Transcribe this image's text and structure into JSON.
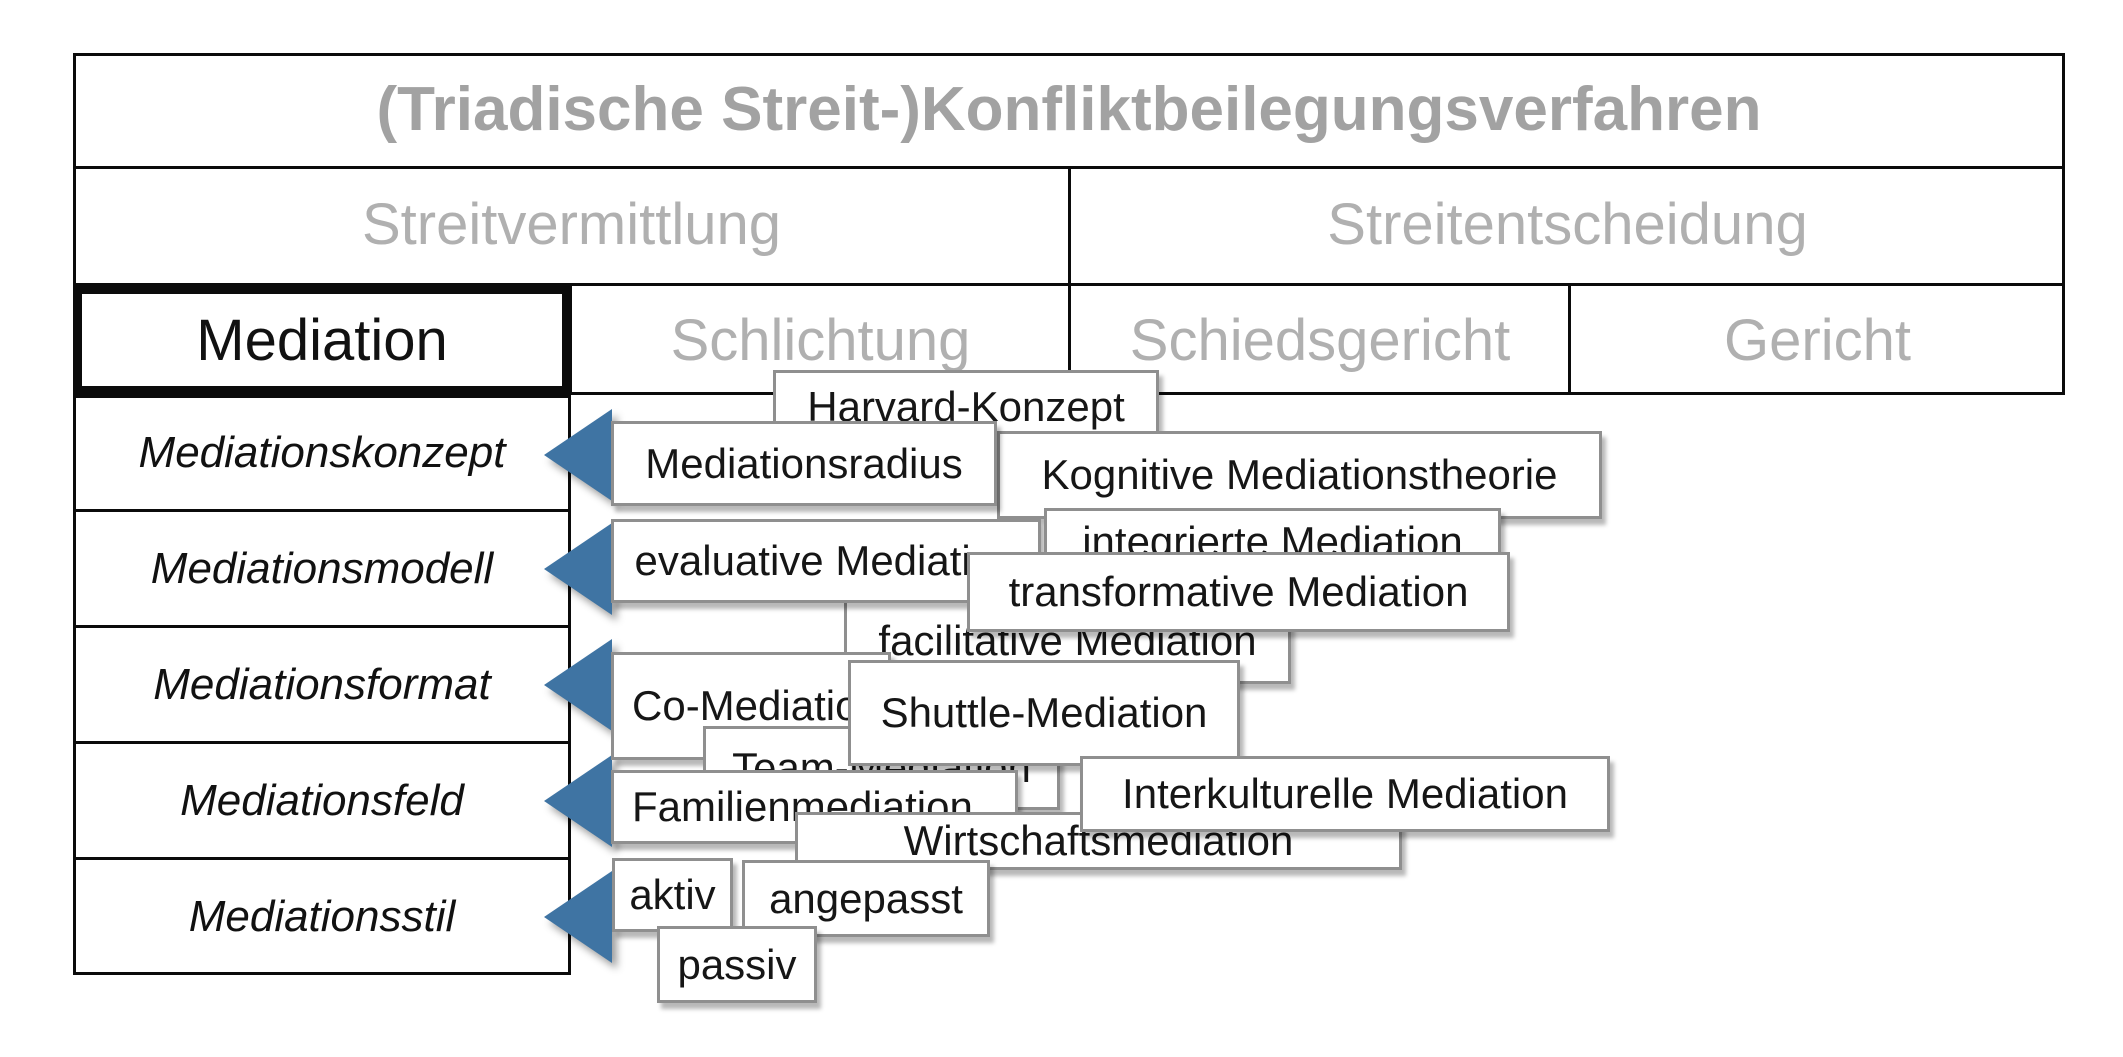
{
  "table": {
    "title": "(Triadische Streit-)Konfliktbeilegungsverfahren",
    "row2": {
      "left": "Streitvermittlung",
      "right": "Streitentscheidung"
    },
    "row3": {
      "c1": "Mediation",
      "c2": "Schlichtung",
      "c3": "Schiedsgericht",
      "c4": "Gericht"
    },
    "categories": {
      "konzept": "Mediationskonzept",
      "modell": "Mediationsmodell",
      "format": "Mediationsformat",
      "feld": "Mediationsfeld",
      "stil": "Mediationsstil"
    }
  },
  "boxes": {
    "harvard": "Harvard-Konzept",
    "kognitive": "Kognitive Mediationstheorie",
    "radius": "Mediationsradius",
    "facilitative": "facilitative Mediation",
    "evaluative": "evaluative Mediation",
    "integrierte": "integrierte Mediation",
    "transformative": "transformative Mediation",
    "co": "Co-Mediation",
    "team": "Team-Mediation",
    "shuttle": "Shuttle-Mediation",
    "familien": "Familienmediation",
    "wirtschafts": "Wirtschaftsmediation",
    "interkulturelle": "Interkulturelle Mediation",
    "aktiv": "aktiv",
    "angepasst": "angepasst",
    "passiv": "passiv"
  },
  "colors": {
    "arrow_blue": "#3f74a3",
    "header_gray_text": "#b0b0b0",
    "title_gray_text": "#a2a2a2",
    "table_border": "#0b0b0b",
    "box_border": "#8f8f8f",
    "box_text": "#161616",
    "background": "#ffffff"
  }
}
